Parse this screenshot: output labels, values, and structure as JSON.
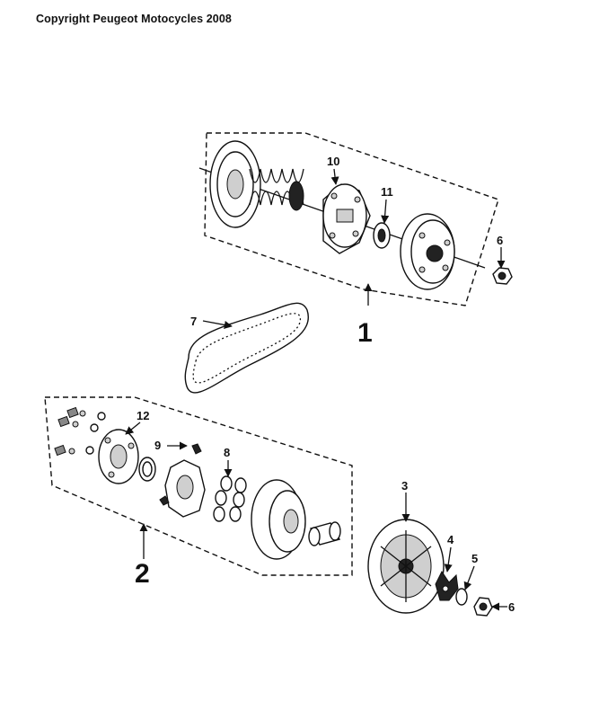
{
  "copyright": "Copyright Peugeot Motocycles 2008",
  "labels": {
    "p1": "1",
    "p2": "2",
    "p3": "3",
    "p4": "4",
    "p5": "5",
    "p6a": "6",
    "p6b": "6",
    "p7": "7",
    "p8": "8",
    "p9": "9",
    "p10": "10",
    "p11": "11",
    "p12": "12"
  }
}
